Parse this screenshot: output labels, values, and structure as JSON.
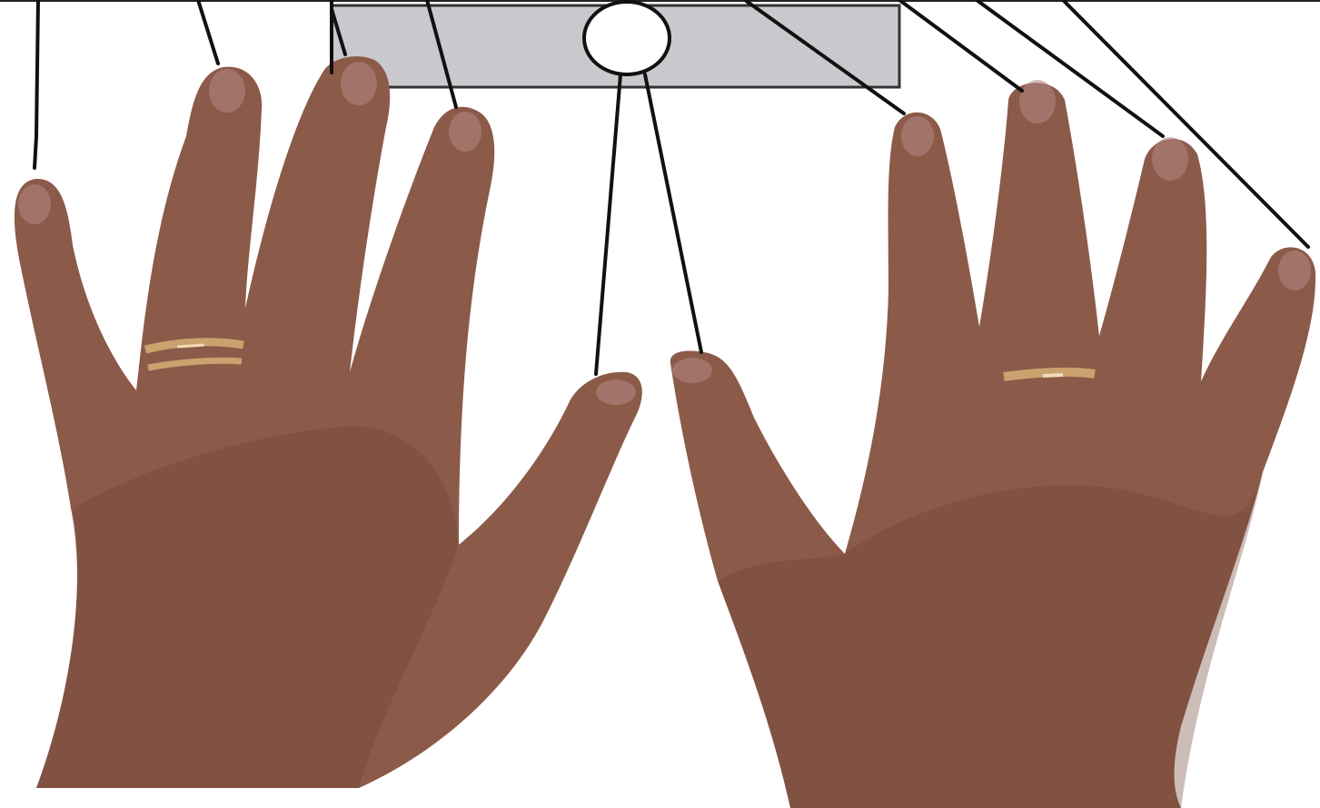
{
  "figure": {
    "description_visible_text": "",
    "colors": {
      "background": "#ffffff",
      "skin": "#8c5a49",
      "skin_dark": "#6e4133",
      "nail": "#b48b84",
      "ring": "#c9a26e",
      "ring_highlight": "#f1dcb5",
      "keyboard": "#c9c9cd",
      "line": "#111111"
    },
    "elements": {
      "left_hand": "left-hand",
      "right_hand": "right-hand",
      "keyboard_bar": "keyboard-bar",
      "home_key": "home-key-circle"
    },
    "leader_line_count": 10
  }
}
